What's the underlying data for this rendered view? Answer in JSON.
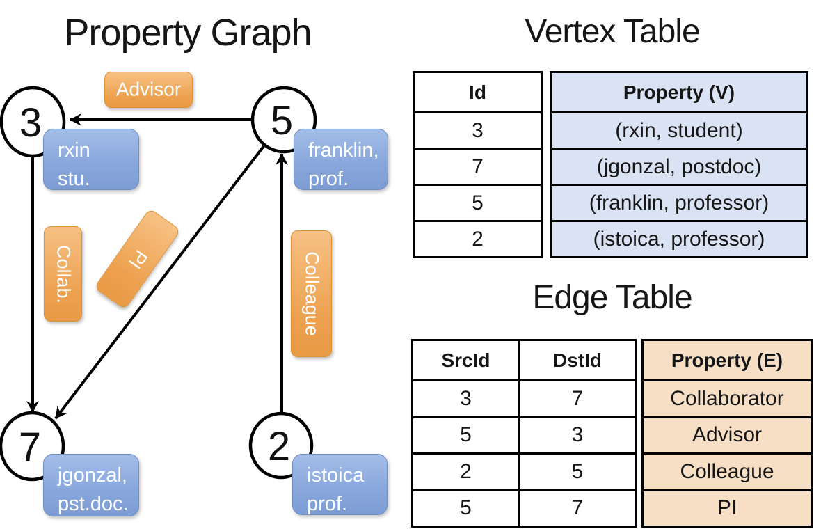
{
  "graph": {
    "title": "Property Graph",
    "vertices": [
      {
        "id": "3",
        "prop_line1": "rxin",
        "prop_line2": "stu."
      },
      {
        "id": "5",
        "prop_line1": "franklin,",
        "prop_line2": "prof."
      },
      {
        "id": "7",
        "prop_line1": "jgonzal,",
        "prop_line2": "pst.doc."
      },
      {
        "id": "2",
        "prop_line1": "istoica",
        "prop_line2": "prof."
      }
    ],
    "edge_labels": {
      "advisor": "Advisor",
      "collab": "Collab.",
      "pi": "PI",
      "colleague": "Colleague"
    }
  },
  "vertex_table": {
    "title": "Vertex Table",
    "headers": {
      "id": "Id",
      "property": "Property (V)"
    },
    "rows": [
      {
        "id": "3",
        "property": "(rxin, student)"
      },
      {
        "id": "7",
        "property": "(jgonzal, postdoc)"
      },
      {
        "id": "5",
        "property": "(franklin, professor)"
      },
      {
        "id": "2",
        "property": "(istoica, professor)"
      }
    ]
  },
  "edge_table": {
    "title": "Edge Table",
    "headers": {
      "src": "SrcId",
      "dst": "DstId",
      "property": "Property (E)"
    },
    "rows": [
      {
        "src": "3",
        "dst": "7",
        "property": "Collaborator"
      },
      {
        "src": "5",
        "dst": "3",
        "property": "Advisor"
      },
      {
        "src": "2",
        "dst": "5",
        "property": "Colleague"
      },
      {
        "src": "5",
        "dst": "7",
        "property": "PI"
      }
    ]
  },
  "colors": {
    "edge_label_orange": "#EDA14F",
    "vertex_box_blue": "#7C9CD4",
    "vertex_cell_fill": "#DAE3F3",
    "edge_cell_fill": "#F6DFC5",
    "line_black": "#000000"
  }
}
